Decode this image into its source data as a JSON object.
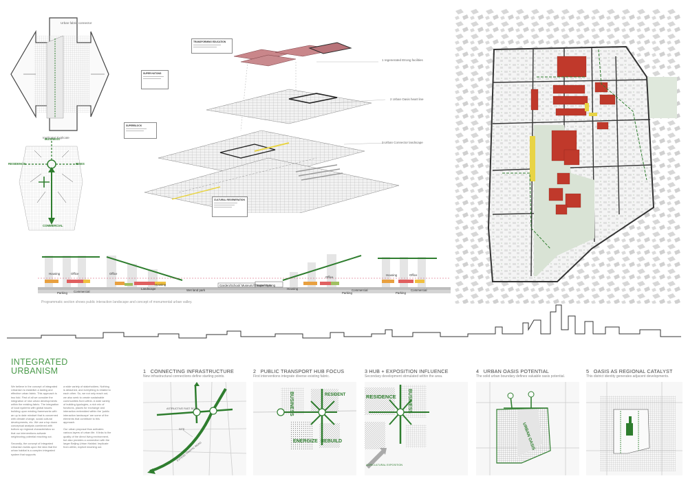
{
  "colors": {
    "green": "#2e7d2e",
    "red": "#c0392b",
    "yellow": "#e8d445",
    "grey": "#cfcfcf",
    "landscape": "#d9e3d5"
  },
  "top_left": {
    "label_connector": "Urban fabric connector",
    "label_implicate": "Implicate/ Explicate",
    "compass": {
      "north": "BUSINESS",
      "west": "RESIDENCE",
      "east": "RISES",
      "south": "COMMERCIAL"
    }
  },
  "axonometric": {
    "labels": [
      "1 regenerated Etrong facilities",
      "2 Urban Oasis heart line",
      "3 Urban Connector landscape"
    ],
    "boxes": [
      "TRANSFORMING EDUCATION",
      "SUPER HUTONG",
      "SUPERBLOCK",
      "CULTURAL REGENERATION"
    ]
  },
  "section": {
    "caption": "Programmatic section shows public interaction landscape and concept of monumental urban valley.",
    "labels": [
      "Housing",
      "Office",
      "Parking",
      "Commercial",
      "Office",
      "Housing",
      "Landscape",
      "Wet land park",
      "Garden/School/ Museum/Theater/Gym",
      "Super Hutong",
      "Housing",
      "Office",
      "Parking",
      "Commercial",
      "Housing",
      "Office",
      "Parking",
      "Commercial"
    ]
  },
  "intro": {
    "title_line1": "INTEGRATED",
    "title_line2": "URBANISM",
    "col1": "We believe in the concept of integrated Urbanism to establish a lasting and effective urban fabric. This approach is two fold. First of all we consider the integration of new urban developments within the existing fabric. The integration of local systems with global issues: building upon existing frameworks with an up to date mindset that is concerned with climate change, social cultural developments, etc. We use a top down conceptual analysis combined with bottom up regional characteristics so that our interventions activate neighboring potential reaching out.",
    "col1b": "Secondly, the concept of Integrated Urbanism builds upon the idea that the urban habitat is a complex integrated system that supports",
    "col2": "a wide variety of stakeholders. Nothing is detached, and everything is related to each other. So, we not only reach out, we also seek to create sustainable communities from within. A wide variety of building typologies, a rich mix of functions, places for exchange and interaction embedded within the 'public interaction landscape' are some of the elements that contribute to this approach.",
    "col2b": "Our urban proposal thus activates various layers of urban life. It links to the quality of the direct living environment, but also provides a connection with the larger Beijing Urban Habitat. Implicate from within, explicit reaching out."
  },
  "panels": [
    {
      "number": "1",
      "title": "CONNECTING INFRASTRUCTURE",
      "subtitle": "New infrastructural connections define starting points.",
      "labels": [
        "ASTRUCTIVE FAST ROAD",
        "SITE",
        "EXTEND TRAFFIC ROAD"
      ]
    },
    {
      "number": "2",
      "title": "PUBLIC TRANSPORT HUB FOCUS",
      "subtitle": "First interventions integrate diverse existing fabric.",
      "labels": [
        "BUSINESS",
        "RESIDENT",
        "ENERGIZE",
        "REBUILD"
      ]
    },
    {
      "number": "3",
      "title": "HUB + EXPOSITION INFLUENCE",
      "subtitle": "Secondary development stimulated within the area.",
      "labels": [
        "RESIDENCE",
        "BUSINESS",
        "AGRICULTURAL EXPOSITION"
      ]
    },
    {
      "number": "4",
      "title": "URBAN OASIS POTENTIAL",
      "subtitle": "The solid urban boundary defines valuable oasis potential.",
      "labels": [
        "URBAN OASIS"
      ]
    },
    {
      "number": "5",
      "title": "OASIS AS REGIONAL CATALYST",
      "subtitle": "This district identity generates adjacent developments.",
      "labels": []
    }
  ]
}
